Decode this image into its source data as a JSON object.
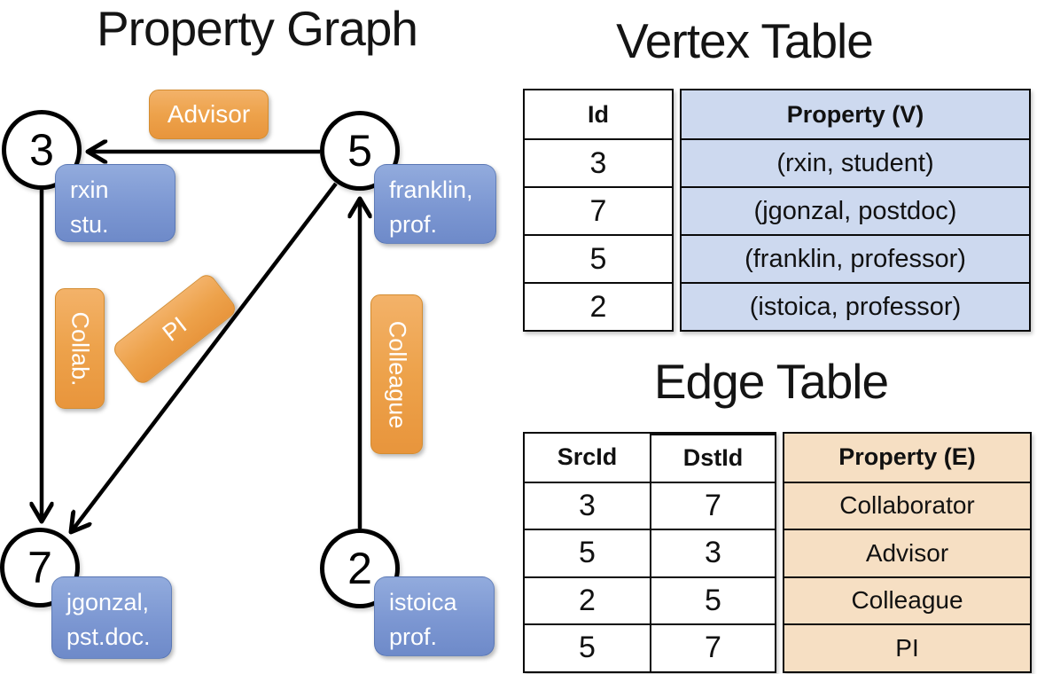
{
  "graph": {
    "title": "Property Graph",
    "nodes": [
      {
        "id": "3",
        "label": [
          "rxin",
          "stu."
        ]
      },
      {
        "id": "5",
        "label": [
          "franklin,",
          "prof."
        ]
      },
      {
        "id": "7",
        "label": [
          "jgonzal,",
          "pst.doc."
        ]
      },
      {
        "id": "2",
        "label": [
          "istoica",
          "prof."
        ]
      }
    ],
    "edge_labels": {
      "advisor": "Advisor",
      "collab": "Collab.",
      "pi": "PI",
      "colleague": "Colleague"
    },
    "edges": [
      {
        "src": "5",
        "dst": "3",
        "label": "Advisor"
      },
      {
        "src": "3",
        "dst": "7",
        "label": "Collab."
      },
      {
        "src": "5",
        "dst": "7",
        "label": "PI"
      },
      {
        "src": "2",
        "dst": "5",
        "label": "Colleague"
      }
    ]
  },
  "vertex_table": {
    "title": "Vertex Table",
    "headers": [
      "Id",
      "Property (V)"
    ],
    "rows": [
      [
        "3",
        "(rxin, student)"
      ],
      [
        "7",
        "(jgonzal, postdoc)"
      ],
      [
        "5",
        "(franklin, professor)"
      ],
      [
        "2",
        "(istoica, professor)"
      ]
    ]
  },
  "edge_table": {
    "title": "Edge Table",
    "headers": [
      "SrcId",
      "DstId",
      "Property (E)"
    ],
    "rows": [
      [
        "3",
        "7",
        "Collaborator"
      ],
      [
        "5",
        "3",
        "Advisor"
      ],
      [
        "2",
        "5",
        "Colleague"
      ],
      [
        "5",
        "7",
        "PI"
      ]
    ]
  },
  "colors": {
    "edge_label_orange": "#eda24b",
    "vertex_box_blue": "#7c97d2",
    "vertex_table_bg": "#cdd9ef",
    "edge_table_bg": "#f6dfc3",
    "line_black": "#000000"
  }
}
